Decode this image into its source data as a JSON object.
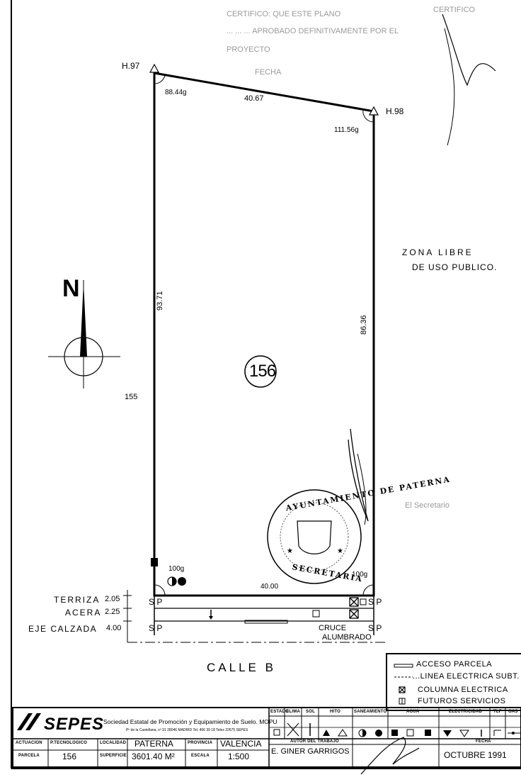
{
  "header": {
    "cert_line1": "CERTIFICO: QUE ESTE PLANO",
    "cert_line2": "...  ...  ...  APROBADO DEFINITIVAMENTE POR EL",
    "cert_line3": "PROYECTO",
    "cert_line4": "FECHA",
    "cert_right": "CERTIFICO",
    "signature_text": "El Secretario"
  },
  "plan": {
    "corner_nw": "H.97",
    "corner_ne": "H.98",
    "angle_nw": "88.44g",
    "angle_ne": "111.56g",
    "top_length": "40.67",
    "left_length": "93.71",
    "right_length": "86.36",
    "bottom_length": "40.00",
    "angle_sw": "100g",
    "angle_se": "100g",
    "parcel_number": "156",
    "neighbor_parcel": "155",
    "north_letter": "N",
    "zone_line1": "ZONA  LIBRE",
    "zone_line2": "DE USO PUBLICO."
  },
  "section": {
    "terraza_label": "TERRIZA",
    "terraza_value": "2.05",
    "acera_label": "ACERA",
    "acera_value": "2.25",
    "eje_label": "EJE CALZADA",
    "eje_value": "4.00",
    "sp": "S P",
    "cruce_line1": "CRUCE",
    "cruce_line2": "ALUMBRADO",
    "street_name": "CALLE   B"
  },
  "legend": {
    "items": [
      "ACCESO PARCELA",
      "...LINEA ELECTRICA SUBT.",
      "COLUMNA ELECTRICA",
      "FUTUROS SERVICIOS"
    ]
  },
  "stamp": {
    "text_top": "AYUNTAMIENTO DE PATERNA",
    "text_bottom": "SECRETARIA"
  },
  "title_block": {
    "logo": "SEPES",
    "company": "Sociedad Estatal de Promoción y Equipamiento de Suelo. MOPU",
    "address": "Pº de la Castellana, nº 91   28046 MADRID  Tel. 456 39 18  Telex 22675 SEPES",
    "actuacion_label": "ACTUACION",
    "actuacion_value": "P.TECNOLOGICO",
    "localidad_label": "LOCALIDAD",
    "localidad_value": "PATERNA",
    "provincia_label": "PROVINCIA",
    "provincia_value": "VALENCIA",
    "parcela_label": "PARCELA",
    "parcela_value": "156",
    "superficie_label": "SUPERFICIE",
    "superficie_value": "3601.40 M²",
    "escala_label": "ESCALA",
    "escala_value": "1:500",
    "autor_label": "AUTOR DEL TRABAJO",
    "autor_value": "E. GINER GARRIGOS",
    "fecha_label": "FECHA",
    "fecha_value": "OCTUBRE 1991",
    "services": [
      "ESTADO",
      "CLIMA",
      "SOL",
      "HITO",
      "SANEAMIENTO",
      "AGUA",
      "ELECTRICIDAD",
      "TLF",
      "GAS"
    ]
  }
}
